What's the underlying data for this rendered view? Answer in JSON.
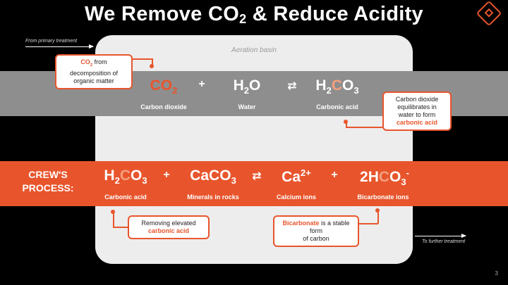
{
  "slide": {
    "title_pre": "We Remove CO",
    "title_sub": "2",
    "title_post": " & Reduce Acidity",
    "page_number": "3",
    "accent_color": "#e8552c"
  },
  "basin": {
    "label": "Aeration basin"
  },
  "flow": {
    "from": "From primary treatment",
    "to": "To further treatment"
  },
  "equation1": {
    "co2_pre": "CO",
    "co2_sub": "2",
    "co2_label": "Carbon dioxide",
    "plus": "+",
    "h2o_pre": "H",
    "h2o_sub": "2",
    "h2o_post": "O",
    "h2o_label": "Water",
    "equilibrium": "⇄",
    "h2co3_h": "H",
    "h2co3_sub1": "2",
    "h2co3_c": "C",
    "h2co3_o": "O",
    "h2co3_sub2": "3",
    "h2co3_label": "Carbonic acid"
  },
  "process": {
    "line1": "CREW'S",
    "line2": "PROCESS:"
  },
  "equation2": {
    "h2co3_h": "H",
    "h2co3_sub1": "2",
    "h2co3_c": "C",
    "h2co3_o": "O",
    "h2co3_sub2": "3",
    "h2co3_label": "Carbonic acid",
    "plus1": "+",
    "caco3_pre": "CaCO",
    "caco3_sub": "3",
    "caco3_label": "Minerals in rocks",
    "equilibrium": "⇄",
    "ca_pre": "Ca",
    "ca_sup": "2+",
    "ca_label": "Calcium ions",
    "plus2": "+",
    "hco3_pre": "2H",
    "hco3_c": "C",
    "hco3_o": "O",
    "hco3_sub": "3",
    "hco3_sup": "-",
    "hco3_label": "Bicarbonate ions"
  },
  "callouts": {
    "co2_hl": "CO",
    "co2_hl_sub": "2",
    "co2_text1": " from",
    "co2_text2": "decomposition of",
    "co2_text3": "organic matter",
    "equil_text1": "Carbon dioxide",
    "equil_text2": "equilibrates in",
    "equil_text3": "water to form",
    "equil_hl": "carbonic acid",
    "remove_text": "Removing elevated",
    "remove_hl": "carbonic acid",
    "bicarb_hl": "Bicarbonate",
    "bicarb_text1": " is a stable form",
    "bicarb_text2": "of carbon"
  }
}
